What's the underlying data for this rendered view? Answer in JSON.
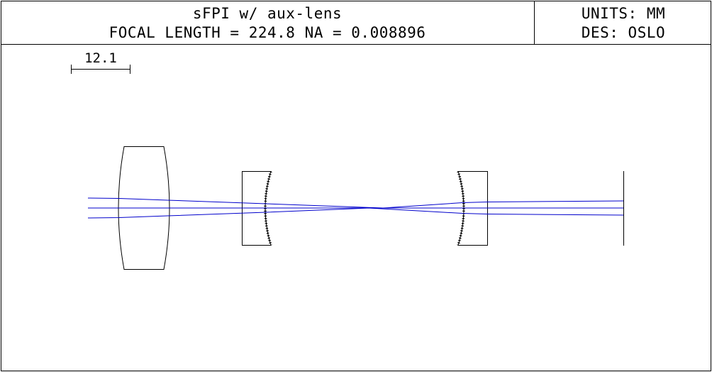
{
  "header": {
    "title": "sFPI w/ aux-lens",
    "subtitle": "FOCAL LENGTH = 224.8  NA = 0.008896",
    "units": "UNITS: MM",
    "designer": "DES: OSLO"
  },
  "scale_bar": {
    "label": "12.1"
  },
  "colors": {
    "lines": "#000000",
    "rays": "#0000cc",
    "background": "#ffffff"
  }
}
